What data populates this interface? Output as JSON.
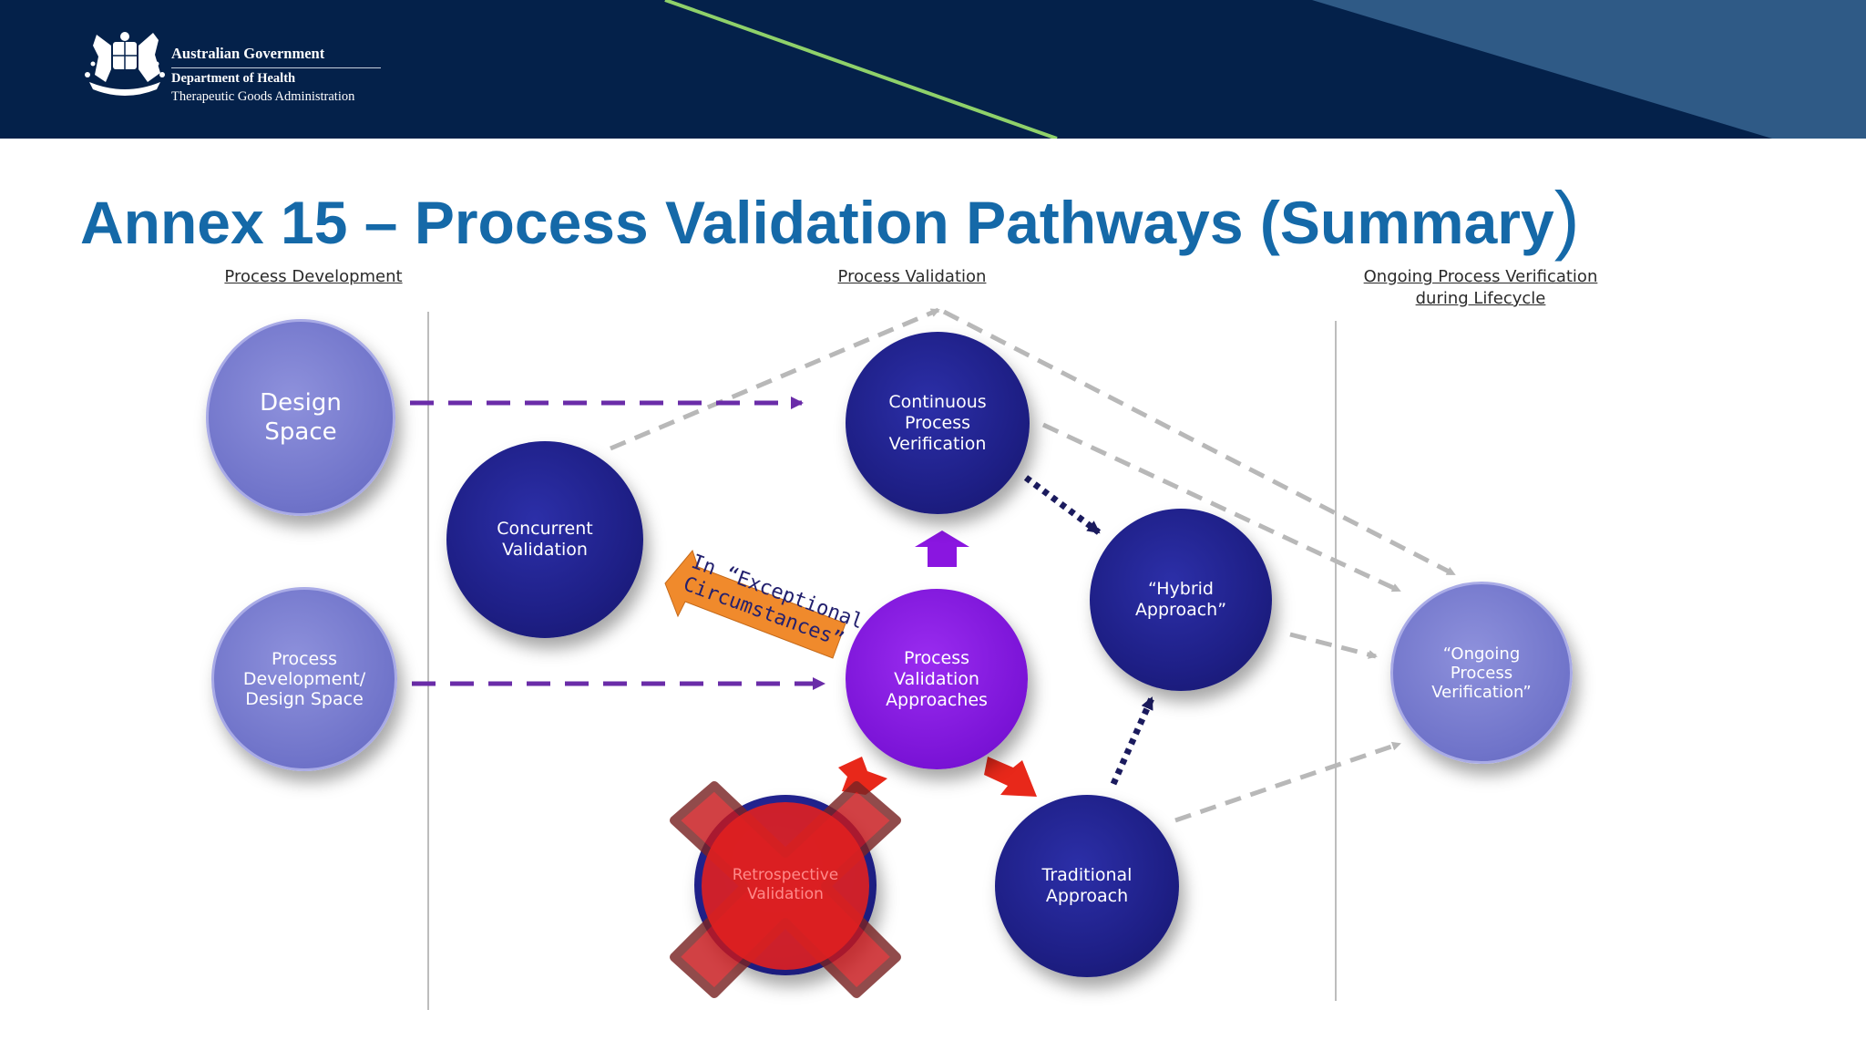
{
  "header": {
    "gov_name": "Australian Government",
    "department": "Department of Health",
    "agency": "Therapeutic Goods Administration",
    "colors": {
      "navy": "#04214a",
      "slate": "#2f5a86",
      "accent_line": "#8fd16a"
    },
    "crest_icon": "commonwealth-coat-of-arms"
  },
  "slide": {
    "title": "Annex 15 – Process Validation Pathways (Summary",
    "title_paren": ")",
    "title_color": "#1569a8"
  },
  "diagram": {
    "sections": {
      "development": "Process Development",
      "validation": "Process Validation",
      "ongoing": "Ongoing Process Verification\nduring Lifecycle"
    },
    "nodes": {
      "design_space": "Design\nSpace",
      "process_development": "Process\nDevelopment/\nDesign Space",
      "concurrent": "Concurrent\nValidation",
      "continuous": "Continuous\nProcess\nVerification",
      "approaches": "Process\nValidation\nApproaches",
      "hybrid": "“Hybrid\nApproach”",
      "traditional": "Traditional\nApproach",
      "retrospective": "Retrospective\nValidation",
      "ongoing": "“Ongoing\nProcess\nVerification”"
    },
    "exceptional_label": "In “Exceptional\nCircumstances”",
    "colors": {
      "dark_node": "#1e1f86",
      "light_node": "#6f73c9",
      "purple_node": "#7a13d6",
      "purple_arrow": "#6a2ca8",
      "navy_arrow": "#1b1b5e",
      "grey_arrow": "#b8b8b8",
      "orange_arrow": "#f08a2c",
      "red_arrow": "#e8281a",
      "cross": "#c8181c"
    }
  }
}
